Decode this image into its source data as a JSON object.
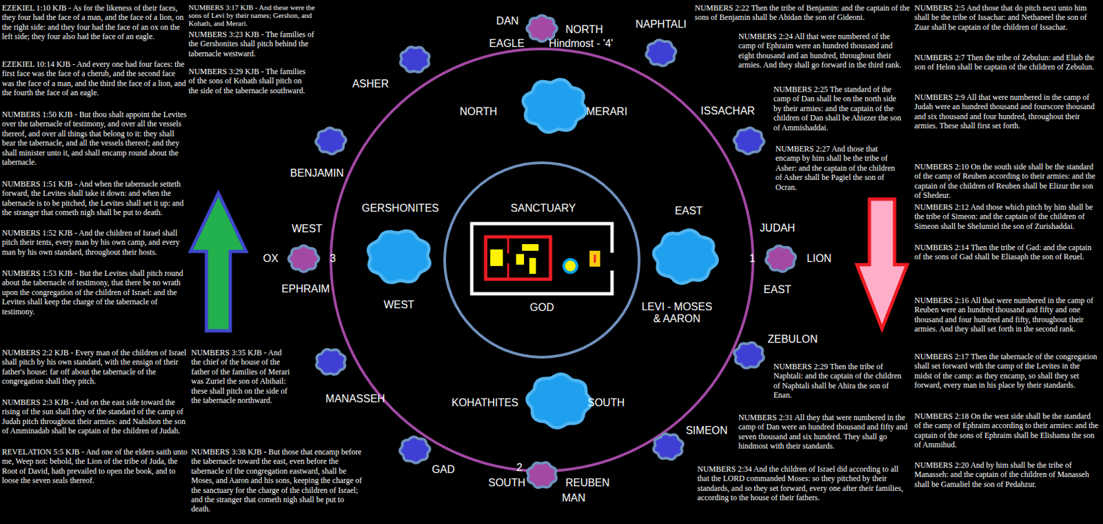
{
  "diagram": {
    "nodes": [
      {
        "text": [
          "DAN",
          "NORTH",
          "EAGLE",
          "Hindmost - '4'"
        ]
      },
      {
        "text": [
          "NAPHTALI"
        ]
      },
      {
        "text": [
          "ASHER"
        ]
      },
      {
        "text": [
          "NORTH",
          "MERARI"
        ]
      },
      {
        "text": [
          "ISSACHAR"
        ]
      },
      {
        "text": [
          "BENJAMIN"
        ]
      },
      {
        "text": [
          "SANCTUARY",
          "GOD"
        ]
      },
      {
        "text": [
          "GERSHONITES",
          "WEST"
        ]
      },
      {
        "text": [
          "EAST",
          "LEVI - MOSES & AARON"
        ]
      },
      {
        "text": [
          "WEST",
          "OX",
          "3",
          "EPHRAIM"
        ]
      },
      {
        "text": [
          "JUDAH",
          "1",
          "LION",
          "EAST"
        ]
      },
      {
        "text": [
          "MANASSEH"
        ]
      },
      {
        "text": [
          "ZEBULON"
        ]
      },
      {
        "text": [
          "KOHATHITES",
          "SOUTH"
        ]
      },
      {
        "text": [
          "GAD"
        ]
      },
      {
        "text": [
          "SIMEON"
        ]
      },
      {
        "text": [
          "2",
          "SOUTH",
          "REUBEN",
          "MAN"
        ]
      }
    ],
    "labels": [
      "EZEKIEL 1:10 KJB - As for the likeness of their faces, they four had the face of a man, and the face of a lion, on the right side: and they four had the face of an ox on the left side; they four also had the face of an eagle.",
      "EZEKIEL 10:14 KJB - And every one had four faces: the first face was the face of a cherub, and the second face was the face of a man, and the third the face of a lion, and the fourth the face of an eagle.",
      "NUMBERS 1:50 KJB - But thou shalt appoint the Levites over the tabernacle of testimony, and over all the vessels thereof, and over all things that belong to it: they shall bear the tabernacle, and all the vessels thereof; and they shall minister unto it, and shall encamp round about the tabernacle.",
      "NUMBERS 1:51 KJB - And when the tabernacle setteth forward, the Levites shall take it down: and when the tabernacle is to be pitched, the Levites shall set it up: and the stranger that cometh nigh shall be put to death.",
      "NUMBERS 1:52 KJB - And the children of Israel shall pitch their tents, every man by his own camp, and every man by his own standard, throughout their hosts.",
      "NUMBERS 1:53 KJB - But the Levites shall pitch round about the tabernacle of testimony, that there be no wrath upon the congregation of the children of Israel: and the Levites shall keep the charge of the tabernacle of testimony.",
      "NUMBERS 2:2 KJB - Every man of the children of Israel shall pitch by his own standard, with the ensign of their father's house: far off about the tabernacle of the congregation shall they pitch.",
      "NUMBERS 2:3 KJB - And on the east side toward the rising of the sun shall they of the standard of the camp of Judah pitch throughout their armies: and Nahshon the son of Amminadab shall be captain of the children of Judah.",
      "REVELATION 5:5 KJB - And one of the elders saith unto me, Weep not: behold, the Lion of the tribe of Juda, the Root of David, hath prevailed to open the book, and to loose the seven seals thereof.",
      "NUMBERS 3:17 KJB - And these were the sons of Levi by their names; Gershon, and Kohath, and Merari.",
      "NUMBERS 3:23 KJB - The families of the Gershonites shall pitch behind the tabernacle westward.",
      "NUMBERS 3:29 KJB - The families of the sons of Kohath shall pitch on the side of the tabernacle southward.",
      "NUMBERS 3:35 KJB - And the chief of the house of the father of the families of Merari was Zuriel the son of Abihail: these shall pitch on the side of the tabernacle northward.",
      "NUMBERS 3:38 KJB - But those that encamp before the tabernacle toward the east, even before the tabernacle of the congregation eastward, shall be Moses, and Aaron and his sons, keeping the charge of the sanctuary for the charge of the children of Israel; and the stranger that cometh nigh shall be put to death.",
      "NUMBERS 2:22 Then the tribe of Benjamin: and the captain of the sons of Benjamin shall be Abidan the son of Gideoni.",
      "NUMBERS 2:24 All that were numbered of the camp of Ephraim were an hundred thousand and eight thousand and an hundred, throughout their armies. And they shall go forward in the third rank.",
      "NUMBERS 2:25 The standard of the camp of Dan shall be on the north side by their armies: and the captain of the children of Dan shall be Ahiezer the son of Ammishaddai.",
      "NUMBERS 2:27 And those that encamp by him shall be the tribe of Asher: and the captain of the children of Asher shall be Pagiel the son of Ocran.",
      "NUMBERS 2:29 Then the tribe of Naphtali: and the captain of the children of Naphtali shall be Ahira the son of Enan.",
      "NUMBERS 2:31 All they that were numbered in the camp of Dan were an hundred thousand and fifty and seven thousand and six hundred. They shall go hindmost with their standards.",
      "NUMBERS 2:34 And the children of Israel did according to all that the LORD commanded Moses: so they pitched by their standards, and so they set forward, every one after their families, according to the house of their fathers.",
      "NUMBERS 2:5 And those that do pitch next unto him shall be the tribe of Issachar: and Nethaneel the son of Zuar shall be captain of the children of Issachar.",
      "NUMBERS 2:7 Then the tribe of Zebulun: and Eliab the son of Helon shall be captain of the children of Zebulun.",
      "NUMBERS 2:9 All that were numbered in the camp of Judah were an hundred thousand and fourscore thousand and six thousand and four hundred, throughout their armies. These shall first set forth.",
      "NUMBERS 2:10 On the south side shall be the standard of the camp of Reuben according to their armies: and the captain of the children of Reuben shall be Elizur the son of Shedeur.",
      "NUMBERS 2:12 And those which pitch by him shall be the tribe of Simeon: and the captain of the children of Simeon shall be Shelumiel the son of Zurishaddai.",
      "NUMBERS 2:14 Then the tribe of Gad: and the captain of the sons of Gad shall be Eliasaph the son of Reuel.",
      "NUMBERS 2:16 All that were numbered in the camp of Reuben were an hundred thousand and fifty and one thousand and four hundred and fifty, throughout their armies. And they shall set forth in the second rank.",
      "NUMBERS 2:17 Then the tabernacle of the congregation shall set forward with the camp of the Levites in the midst of the camp: as they encamp, so shall they set forward, every man in his place by their standards.",
      "NUMBERS 2:18 On the west side shall be the standard of the camp of Ephraim according to their armies: and the captain of the sons of Ephraim shall be Elishama the son of Ammihud.",
      "NUMBERS 2:20 And by him shall be the tribe of Manasseh: and the captain of the children of Manasseh shall be Gamaliel the son of Pedahzur."
    ]
  }
}
